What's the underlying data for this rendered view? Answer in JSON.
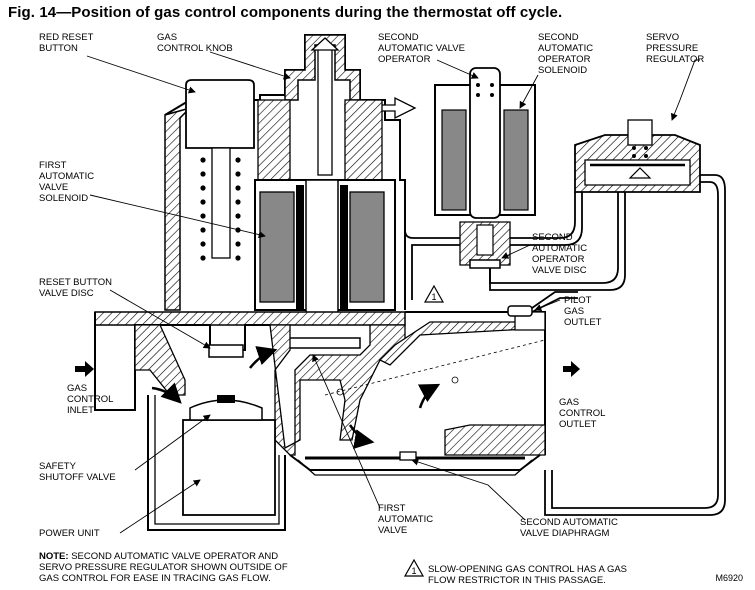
{
  "figure": {
    "title": "Fig. 14—Position of gas control components during the thermostat off cycle.",
    "figure_id": "M6920"
  },
  "labels": {
    "red_reset_button": [
      "RED RESET",
      "BUTTON"
    ],
    "gas_control_knob": [
      "GAS",
      "CONTROL KNOB"
    ],
    "second_auto_valve_operator": [
      "SECOND",
      "AUTOMATIC VALVE",
      "OPERATOR"
    ],
    "second_auto_operator_solenoid": [
      "SECOND",
      "AUTOMATIC",
      "OPERATOR",
      "SOLENOID"
    ],
    "servo_pressure_regulator": [
      "SERVO",
      "PRESSURE",
      "REGULATOR"
    ],
    "first_auto_valve_solenoid": [
      "FIRST",
      "AUTOMATIC",
      "VALVE",
      "SOLENOID"
    ],
    "second_auto_operator_valve_disc": [
      "SECOND",
      "AUTOMATIC",
      "OPERATOR",
      "VALVE DISC"
    ],
    "reset_button_valve_disc": [
      "RESET BUTTON",
      "VALVE DISC"
    ],
    "pilot_gas_outlet": [
      "PILOT",
      "GAS",
      "OUTLET"
    ],
    "gas_control_inlet": [
      "GAS",
      "CONTROL",
      "INLET"
    ],
    "gas_control_outlet": [
      "GAS",
      "CONTROL",
      "OUTLET"
    ],
    "safety_shutoff_valve": [
      "SAFETY",
      "SHUTOFF VALVE"
    ],
    "power_unit": [
      "POWER UNIT"
    ],
    "first_automatic_valve": [
      "FIRST",
      "AUTOMATIC",
      "VALVE"
    ],
    "second_auto_valve_diaphragm": [
      "SECOND AUTOMATIC",
      "VALVE DIAPHRAGM"
    ]
  },
  "notes": {
    "note_label": "NOTE:",
    "note_text": [
      " SECOND AUTOMATIC VALVE OPERATOR AND",
      "SERVO PRESSURE REGULATOR SHOWN OUTSIDE OF",
      "GAS CONTROL FOR EASE IN TRACING GAS FLOW."
    ],
    "warning_symbol": "1",
    "warning_text": [
      "SLOW-OPENING GAS CONTROL HAS A GAS",
      "FLOW RESTRICTOR IN THIS PASSAGE."
    ]
  }
}
